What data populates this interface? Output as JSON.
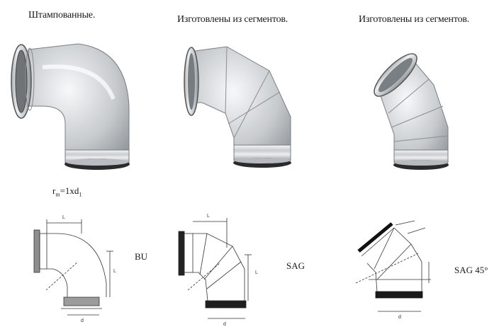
{
  "captions": {
    "stamped": "Штампованные.",
    "segmented_90": "Изготовлены из сегментов.",
    "segmented_45": "Изготовлены из сегментов."
  },
  "formula": {
    "r_base": "r",
    "r_sub": "m",
    "eq": "=1xd",
    "d_sub": "1"
  },
  "codes": {
    "bu": "BU",
    "sag": "SAG",
    "sag45": "SAG 45°"
  },
  "dims": {
    "l": "L",
    "d": "d"
  }
}
